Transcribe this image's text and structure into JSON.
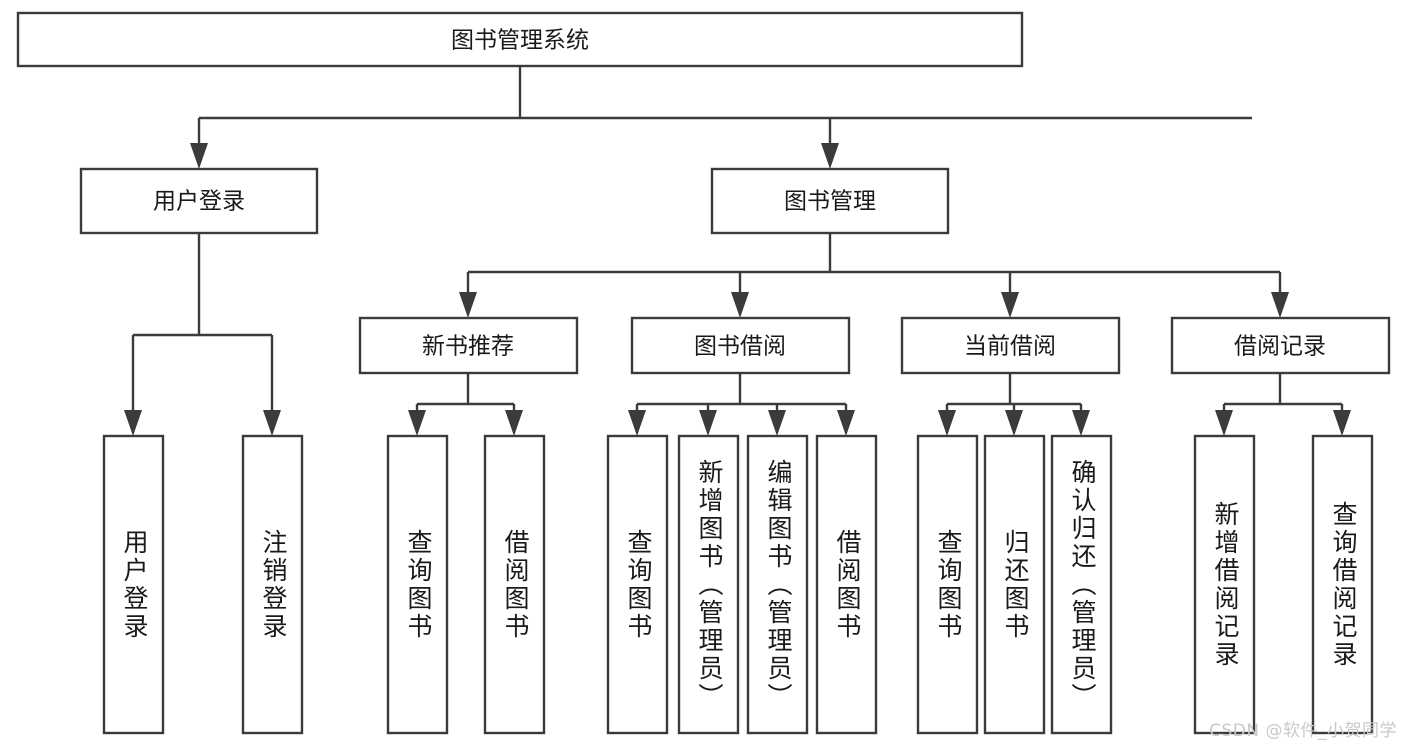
{
  "diagram": {
    "title": "图书管理系统",
    "type": "tree-hierarchy",
    "stroke_color": "#3b3b3b",
    "box_fill": "#ffffff",
    "text_color": "#1a1a1a",
    "background": "#ffffff"
  },
  "nodes": {
    "root": {
      "label": "图书管理系统",
      "level": 1,
      "orientation": "horizontal"
    },
    "user_login": {
      "label": "用户登录",
      "level": 2,
      "orientation": "horizontal"
    },
    "book_manage": {
      "label": "图书管理",
      "level": 2,
      "orientation": "horizontal"
    },
    "new_book_rec": {
      "label": "新书推荐",
      "level": 3,
      "orientation": "horizontal"
    },
    "book_borrow": {
      "label": "图书借阅",
      "level": 3,
      "orientation": "horizontal"
    },
    "current_borrow": {
      "label": "当前借阅",
      "level": 3,
      "orientation": "horizontal"
    },
    "borrow_record": {
      "label": "借阅记录",
      "level": 3,
      "orientation": "horizontal"
    },
    "leaf_user_login": {
      "label": "用户登录",
      "level": 4,
      "orientation": "vertical"
    },
    "leaf_logout": {
      "label": "注销登录",
      "level": 4,
      "orientation": "vertical"
    },
    "leaf_query_book_1": {
      "label": "查询图书",
      "level": 4,
      "orientation": "vertical"
    },
    "leaf_borrow_book_1": {
      "label": "借阅图书",
      "level": 4,
      "orientation": "vertical"
    },
    "leaf_query_book_2": {
      "label": "查询图书",
      "level": 4,
      "orientation": "vertical"
    },
    "leaf_add_book": {
      "label": "新增图书（管理员）",
      "level": 4,
      "orientation": "vertical"
    },
    "leaf_edit_book": {
      "label": "编辑图书（管理员）",
      "level": 4,
      "orientation": "vertical"
    },
    "leaf_borrow_book_2": {
      "label": "借阅图书",
      "level": 4,
      "orientation": "vertical"
    },
    "leaf_query_book_3": {
      "label": "查询图书",
      "level": 4,
      "orientation": "vertical"
    },
    "leaf_return_book": {
      "label": "归还图书",
      "level": 4,
      "orientation": "vertical"
    },
    "leaf_confirm_return": {
      "label": "确认归还（管理员）",
      "level": 4,
      "orientation": "vertical"
    },
    "leaf_add_record": {
      "label": "新增借阅记录",
      "level": 4,
      "orientation": "vertical"
    },
    "leaf_query_record": {
      "label": "查询借阅记录",
      "level": 4,
      "orientation": "vertical"
    }
  },
  "watermark": {
    "text": "CSDN @软件_小贺同学"
  }
}
